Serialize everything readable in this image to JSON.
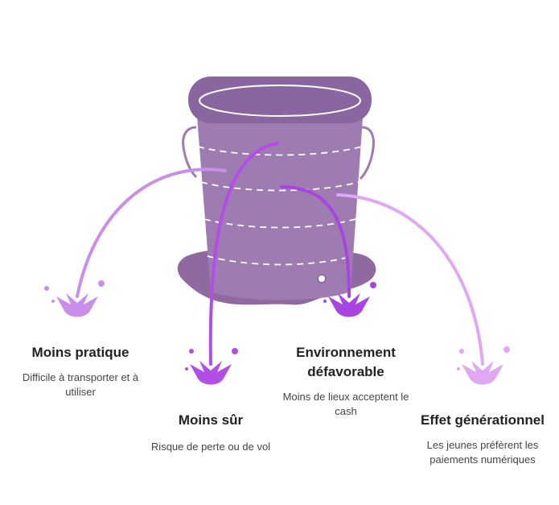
{
  "colors": {
    "bucket": "#9e7bb0",
    "bucket_dark": "#8a66a0",
    "puddle": "#8e6aa1",
    "stream_1": "#c98ee8",
    "stream_2": "#b24ee6",
    "stream_3": "#a844e0",
    "stream_4": "#e0a8f2"
  },
  "icons": [
    "bucket-icon",
    "puddle-icon",
    "splash-icon"
  ],
  "items": [
    {
      "title": "Moins pratique",
      "desc": "Difficile à transporter et à utiliser"
    },
    {
      "title": "Moins sûr",
      "desc": "Risque de perte ou de vol"
    },
    {
      "title": "Environnement défavorable",
      "desc": "Moins de lieux acceptent le cash"
    },
    {
      "title": "Effet générationnel",
      "desc": "Les jeunes préfèrent les paiements numériques"
    }
  ]
}
